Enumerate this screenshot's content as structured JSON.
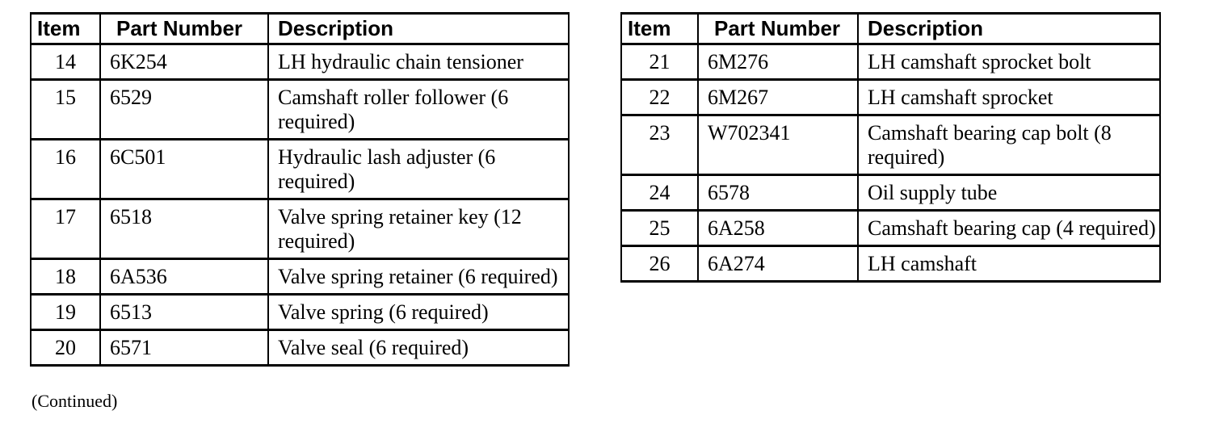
{
  "colors": {
    "background": "#ffffff",
    "text": "#000000",
    "border": "#000000"
  },
  "continued_note": "(Continued)",
  "left_table": {
    "headers": [
      "Item",
      "Part Number",
      "Description"
    ],
    "rows": [
      [
        "14",
        "6K254",
        "LH hydraulic chain tensioner"
      ],
      [
        "15",
        "6529",
        "Camshaft roller follower (6 required)"
      ],
      [
        "16",
        "6C501",
        "Hydraulic lash adjuster (6 required)"
      ],
      [
        "17",
        "6518",
        "Valve spring retainer key (12 required)"
      ],
      [
        "18",
        "6A536",
        "Valve spring retainer (6 required)"
      ],
      [
        "19",
        "6513",
        "Valve spring (6 required)"
      ],
      [
        "20",
        "6571",
        "Valve seal (6 required)"
      ]
    ]
  },
  "right_table": {
    "headers": [
      "Item",
      "Part Number",
      "Description"
    ],
    "rows": [
      [
        "21",
        "6M276",
        "LH camshaft sprocket bolt"
      ],
      [
        "22",
        "6M267",
        "LH camshaft sprocket"
      ],
      [
        "23",
        "W702341",
        "Camshaft bearing cap bolt (8 required)"
      ],
      [
        "24",
        "6578",
        "Oil supply tube"
      ],
      [
        "25",
        "6A258",
        "Camshaft bearing cap (4 required)"
      ],
      [
        "26",
        "6A274",
        "LH camshaft"
      ]
    ]
  }
}
